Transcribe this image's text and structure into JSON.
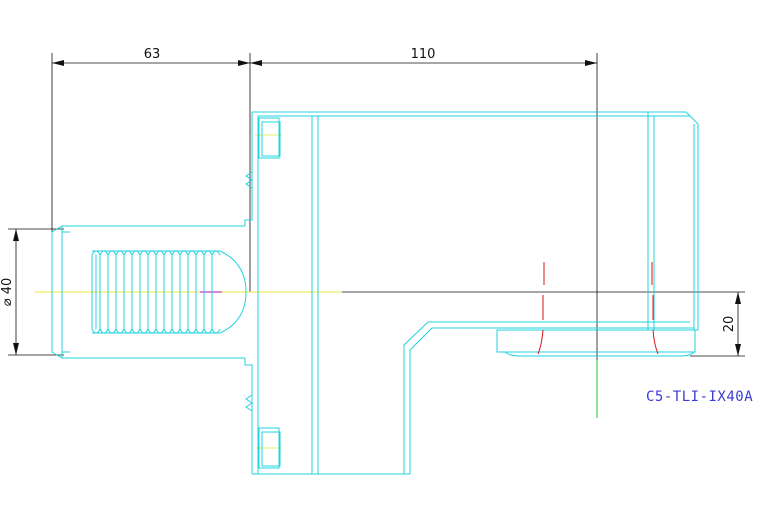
{
  "dimensions": {
    "length_top_left": "63",
    "length_top_right": "110",
    "shank_diameter": "⌀ 40",
    "center_height": "20"
  },
  "part_label": "C5-TLI-IX40A",
  "colors": {
    "outline": "#22d3dd",
    "dimension": "#111111",
    "centerline": "#e8e840",
    "hidden": "#d01818",
    "green_axis": "#22c22c",
    "label": "#3b3bd6",
    "mark": "#c33cc3"
  }
}
